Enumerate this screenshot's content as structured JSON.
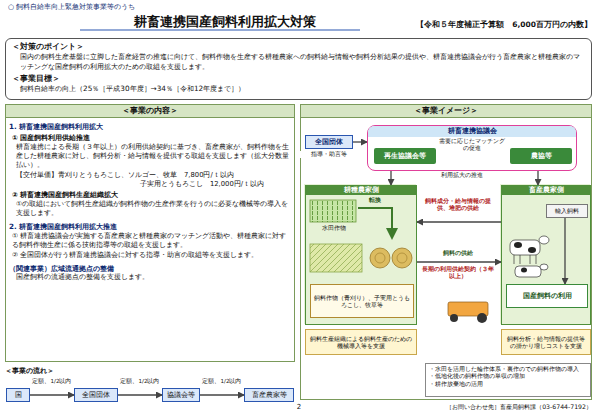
{
  "diagram": {
    "title": "耕畜連携国産飼料利用拡大対策",
    "nodes": [
      {
        "text": [
          "＜対策のポイント＞",
          "国内の飼料生産基盤に立脚した畜産経営の推進に向けて、飼料作物を生産する耕種農家への飼料給与情報や飼料分析結果の提供や、耕畜連携協議会が行う畜産農家と耕種農家のマッチングな国産飼料の利用拡大のための取組を支援します。",
          "＜事業目標＞",
          "飼料自給率の向上（25％［平成30年度］→34％［令和12年度まで］）"
        ]
      },
      {
        "text": [
          "＜事業の内容＞",
          "1. 耕畜連携国産飼料利用拡大",
          "① 国産飼料利用供給推進",
          "耕畜連携による長期（３年以上）の利用供給契約に基づき、畜産農家が、飼料作物を生産した耕種農家に対し、飼料分析・給与情報を提供する取組を支援します（拡大分数量払い）。",
          "【交付単価】青刈りとうもろこし、ソルゴー、牧草　7,800円/ｔ以内",
          "子実用とうもろこし　12,000円/ｔ以内",
          "② 耕畜連携国産飼料生産組織拡大",
          "①の取組において飼料生産組織が飼料作物の生産作業を行うのに必要な機械等の導入を支援します。",
          "2. 耕畜連携国産飼料利用拡大推進",
          "① 耕畜連携協議会が実施する畜産農家と耕種農家のマッチング活動や、耕種農家に対する飼料作物生産に係る技術指導等の取組を支援します。",
          "② 全国団体が行う耕畜連携協議会に対する指導・助言の取組等を支援します。",
          "（関連事業）広域流通拠点の整備",
          "国産飼料の流通拠点の整備を支援します。"
        ]
      },
      {
        "text": [
          "国"
        ]
      },
      {
        "text": [
          "全国団体"
        ]
      },
      {
        "text": [
          "協議会等"
        ]
      },
      {
        "text": [
          "畜産農家等"
        ]
      },
      {
        "text": [
          "＜事業イメージ＞"
        ]
      },
      {
        "text": [
          "全国団体"
        ],
        "in": 6
      },
      {
        "text": [
          "耕畜連携協議会"
        ],
        "in": 6
      },
      {
        "text": [
          "再生協議会等"
        ],
        "in": 8
      },
      {
        "text": [
          "農協等"
        ],
        "in": 8
      },
      {
        "text": [
          "耕種農家側"
        ],
        "in": 6
      },
      {
        "text": [
          "飼料作物（青刈り）、子実用とうもろこし、牧草等"
        ],
        "in": 11
      },
      {
        "text": [
          "畜産農家側"
        ],
        "in": 6
      },
      {
        "text": [
          "輸入飼料"
        ],
        "in": 13
      },
      {
        "text": [
          "国産飼料の利用"
        ],
        "in": 13
      },
      {
        "text": [
          "飼料生産組織による飼料生産のための機械導入等を支援"
        ],
        "in": 6
      },
      {
        "text": [
          "飼料分析・給与情報の提供等の掛かり増しコストを支援"
        ],
        "in": 6
      },
      {
        "text": [
          "・水田を活用した輪作体系・裏作のでの飼料作物の導入",
          "・低地化後の飼料作物の単収の増加",
          "・耕作放棄地の活用"
        ],
        "in": 6
      }
    ],
    "edges": [
      {
        "from": 2,
        "to": 3,
        "arrow": "to",
        "label": "定額、1/2以内"
      },
      {
        "from": 3,
        "to": 4,
        "arrow": "to",
        "label": "定額、1/2以内"
      },
      {
        "from": 4,
        "to": 5,
        "arrow": "to",
        "label": "定額、1/2以内"
      },
      {
        "from": 7,
        "to": 8,
        "arrow": "to",
        "label": "指導・助言等"
      },
      {
        "from": 9,
        "to": 10,
        "arrow": "both",
        "label": "需要に応じたマッチングの促進"
      },
      {
        "from": 8,
        "to": 11,
        "arrow": "to"
      },
      {
        "from": 8,
        "to": 13,
        "arrow": "to"
      },
      {
        "from": 13,
        "to": 11,
        "arrow": "to",
        "label": "飼料成分・給与情報の提供、堆肥の供給"
      },
      {
        "from": 11,
        "to": 13,
        "arrow": "to",
        "label": "飼料の供給"
      },
      {
        "from": 14,
        "to": 15,
        "arrow": "to"
      }
    ],
    "labels": [
      "○ 飼料自給率向上緊急対策事業等のうち",
      "【令和５年度補正予算額　6,000百万円の内数】",
      "＜事業の流れ＞",
      "利用拡大の推進",
      "転換",
      "水田作物",
      "長期の利用供給契約（３年以上）",
      "2",
      "［お問い合わせ先］畜産局飼料課（03-6744-7192）"
    ]
  }
}
